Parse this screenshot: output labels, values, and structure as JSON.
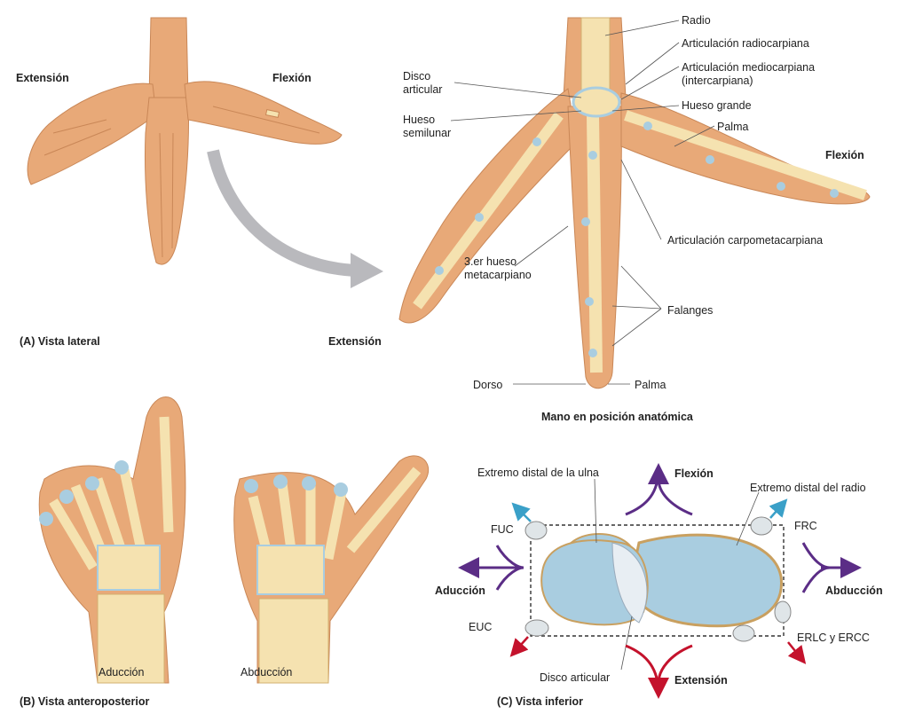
{
  "panelA": {
    "caption": "(A) Vista lateral",
    "extension": "Extensión",
    "flexion": "Flexión"
  },
  "detail": {
    "radio": "Radio",
    "art_radiocarpiana": "Articulación radiocarpiana",
    "art_mediocarpiana_1": "Articulación mediocarpiana",
    "art_mediocarpiana_2": "(intercarpiana)",
    "disco_1": "Disco",
    "disco_2": "articular",
    "hueso_grande": "Hueso grande",
    "semilunar_1": "Hueso",
    "semilunar_2": "semilunar",
    "palma_top": "Palma",
    "flexion": "Flexión",
    "art_carpometacarpiana": "Articulación carpometacarpiana",
    "metacarpiano_1": "3.er hueso",
    "metacarpiano_2": "metacarpiano",
    "falanges": "Falanges",
    "extension": "Extensión",
    "dorso": "Dorso",
    "palma_bottom": "Palma",
    "caption": "Mano en posición anatómica"
  },
  "panelB": {
    "caption": "(B) Vista anteroposterior",
    "aduccion": "Aducción",
    "abduccion": "Abducción"
  },
  "panelC": {
    "caption": "(C) Vista inferior",
    "ulna": "Extremo distal de la ulna",
    "radio": "Extremo distal del radio",
    "flexion": "Flexión",
    "extension": "Extensión",
    "aduccion": "Aducción",
    "abduccion": "Abducción",
    "fuc": "FUC",
    "euc": "EUC",
    "frc": "FRC",
    "erlc": "ERLC y ERCC",
    "disco": "Disco articular"
  },
  "colors": {
    "skin": "#e8a978",
    "bone": "#f5e2b0",
    "cartilage": "#a9cde0",
    "arrow_purple": "#5b2d86",
    "arrow_red": "#c4122c",
    "arrow_blue": "#3aa0c8"
  }
}
